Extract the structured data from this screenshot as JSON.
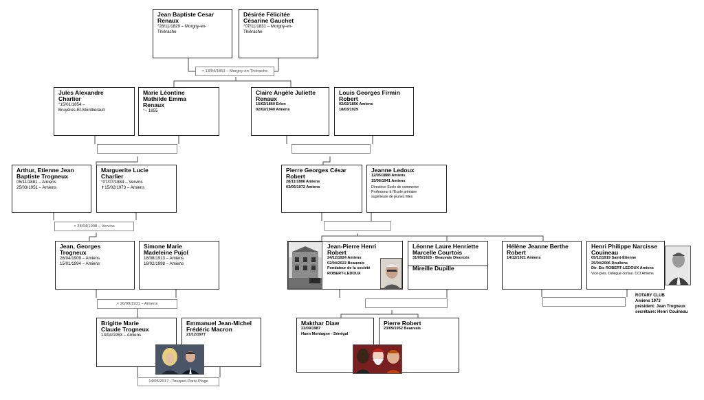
{
  "people": {
    "jbcr": {
      "name": "Jean Baptiste Cesar\nRenaux",
      "lines": [
        "°28/11/1829 – Morgny-en-\nThiérache"
      ]
    },
    "dfcg": {
      "name": "Désirée Félicitée\nCésarine Gauchet",
      "lines": [
        "°07/11/1831 – Morgny-en-\nThiérache"
      ]
    },
    "jac": {
      "name": "Jules  Alexandre\nCharlier",
      "lines": [
        "°15/01/1854 –\nBruyères-Et-Montberault"
      ]
    },
    "mlmer": {
      "name": "Marie  Léontine\nMathilde  Emma\nRenaux",
      "lines": [
        "°~ 1855"
      ]
    },
    "cajr": {
      "name": "Claire Angèle Juliette\nRenaux",
      "lines": [
        "15/02/1860 Erlon",
        "02/02/1940 Amiens"
      ]
    },
    "lgfr": {
      "name": "Louis Georges Firmin\nRobert",
      "lines": [
        "02/02/1856 Amiens",
        "18/03/1929"
      ]
    },
    "aebt": {
      "name": "Arthur, Etienne  Jean\nBaptiste Trogneux",
      "lines": [
        "05/11/1881 – Amiens",
        "25/03/1951 –  Amiens"
      ]
    },
    "mlc": {
      "name": "Marguerite  Lucie\nCharlier",
      "lines": [
        "°07/07/1884 – Vervins",
        "✝15/02/1973 –  Amiens"
      ]
    },
    "pgcr": {
      "name": "Pierre Georges César\nRobert",
      "lines": [
        "28/11/1886 Amiens",
        "03/05/1972 Amiens"
      ]
    },
    "jl": {
      "name": "Jeanne Ledoux",
      "lines": [
        "12/05/1888 Amiens",
        "15/06/1941 Amiens"
      ],
      "small": [
        "Directrice Ecole de commerce",
        "Professeur à l'Ecole primaire",
        "supérieure de jeunes filles"
      ]
    },
    "jgt": {
      "name": "Jean, Georges\nTrogneux",
      "lines": [
        "26/04/1909 –  Amiens",
        "15/01/1994 –  Amiens"
      ]
    },
    "smp": {
      "name": "Simone  Marie\nMadeleine Pujol",
      "lines": [
        "18/08/1913 – Amiens",
        "18/02/1998 – Amiens"
      ]
    },
    "jphr": {
      "name": "Jean-Pierre Henri\nRobert",
      "lines": [
        "24/12/1924 Amiens",
        "02/04/2022 Beauvais",
        "Fondateur de la société",
        "ROBERT-LEDOUX"
      ]
    },
    "llhmc": {
      "name": "Léonne Laure Henriette\nMarcelle Courtois",
      "lines": [
        "31/05/1928 - Beauvais       Divorcés"
      ]
    },
    "md": {
      "name": "Mireille Dupille",
      "lines": []
    },
    "hjbr": {
      "name": "Hélène Jeanne Berthe\nRobert",
      "lines": [
        "14/12/1921 Amiens"
      ]
    },
    "hpnc": {
      "name": "Henri Philippe Narcisse\nCouineau",
      "lines": [
        "05/12/1919 Saint-Étienne",
        "25/04/2006 Doullens",
        "Dir. Ets ROBERT-LEDOUX Amiens"
      ],
      "small": [
        "Vice-prés. Délégué consul. CCI Amiens"
      ]
    },
    "bmct": {
      "name": "Brigitte  Marie\nClaude Trogneux",
      "lines": [
        "13/04/1953 – Amiens"
      ]
    },
    "ejfm": {
      "name": "Emmanuel Jean-Michel\nFrédéric Macron",
      "lines": [
        "21/12/1977"
      ]
    },
    "md2": {
      "name": "Makthar Diaw",
      "lines": [
        "23/09/1987",
        "Hann Montagne - Sénégal"
      ]
    },
    "pr": {
      "name": "Pierre Robert",
      "lines": [
        "23/09/1952 Beauvais"
      ]
    }
  },
  "unions": {
    "u1": "× 13/04/1853 – Morgny-en-Thiérache",
    "u2": "",
    "u3": "",
    "u4": "× 28/04/1908 – Vervins",
    "u5": "",
    "u6": "× 26/09/1931 –  Amiens",
    "u7": "",
    "u8": "",
    "u9": "",
    "u10": "14/05/2017 - Touquet-Paris-Plage"
  },
  "rotary_note": "ROTARY CLUB\nAmiens 1973\nprésident: Jean Trogneux\nsecrétaire: Henri Couineau",
  "colors": {
    "border": "#222222",
    "union_border": "#8a8a8a",
    "line": "#444444"
  }
}
